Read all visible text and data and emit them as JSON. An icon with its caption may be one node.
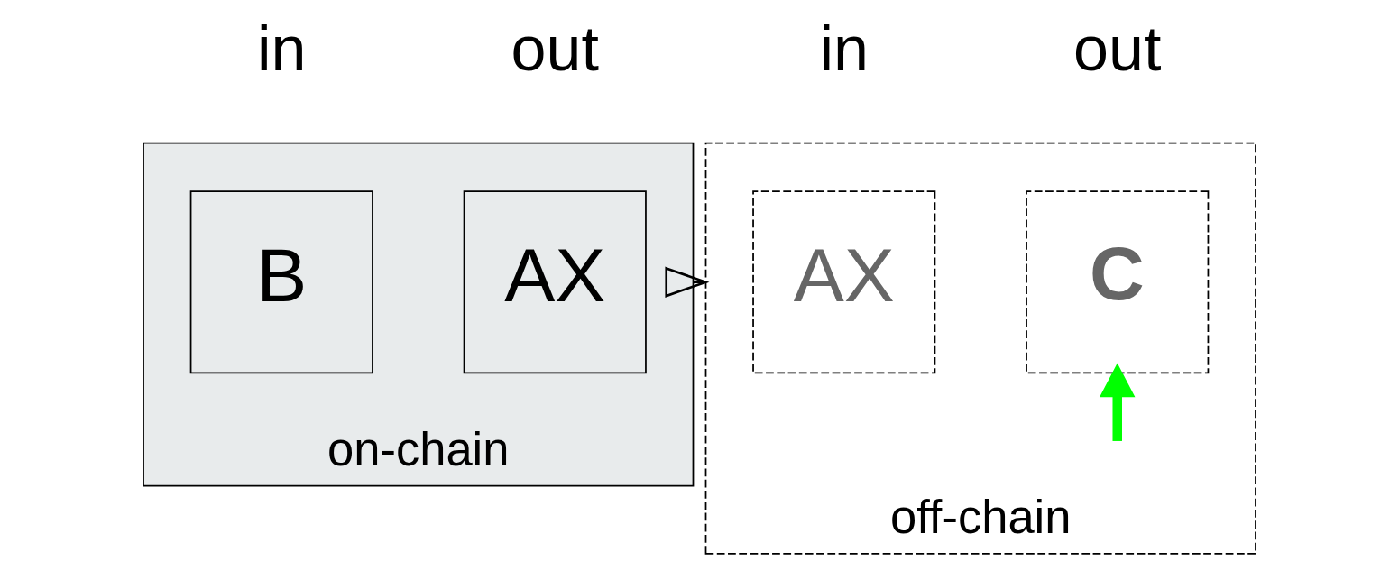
{
  "diagram": {
    "nodes": [
      {
        "text": [
          "on-chain"
        ]
      },
      {
        "text": [
          "B"
        ],
        "in": 0
      },
      {
        "text": [
          "AX"
        ],
        "in": 0
      },
      {
        "text": [
          "off-chain"
        ]
      },
      {
        "text": [
          "AX"
        ],
        "in": 3
      },
      {
        "text": [
          "C"
        ],
        "in": 3
      }
    ],
    "edges": [
      {
        "from": 0,
        "to": 3,
        "arrow": "to"
      },
      {
        "from": null,
        "to": 5,
        "arrow": "to",
        "style": "thick",
        "color": "#00ff00"
      }
    ],
    "labels": [
      "in",
      "out",
      "in",
      "out"
    ]
  }
}
